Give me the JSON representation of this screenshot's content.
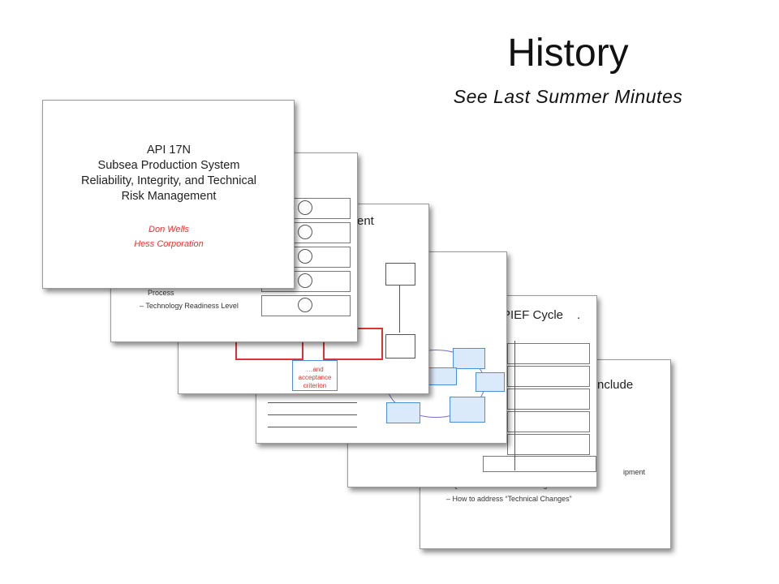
{
  "header": {
    "title": "History",
    "subtitle": "See Last Summer Minutes"
  },
  "slide1": {
    "title_lines": [
      "API 17N",
      "Subsea Production System",
      "Reliability, Integrity, and Technical",
      "Risk Management"
    ],
    "author": "Don Wells",
    "company": "Hess Corporation"
  },
  "slide2": {
    "bullet1": "Process",
    "bullet2": "– Technology Readiness Level"
  },
  "slide3": {
    "heading": "ent",
    "cloud_label": "…and acceptance criterion"
  },
  "slide5": {
    "heading": "PIEF Cycle",
    "dot": "."
  },
  "slide6": {
    "heading": "nclude",
    "bullet1": "ipment",
    "bullet2": "– Qualification Process – recognizes A-203",
    "bullet3": "– How to address “Technical Changes”"
  },
  "colors": {
    "accent_red": "#e8322e",
    "diagram_blue": "#4a90d9"
  }
}
